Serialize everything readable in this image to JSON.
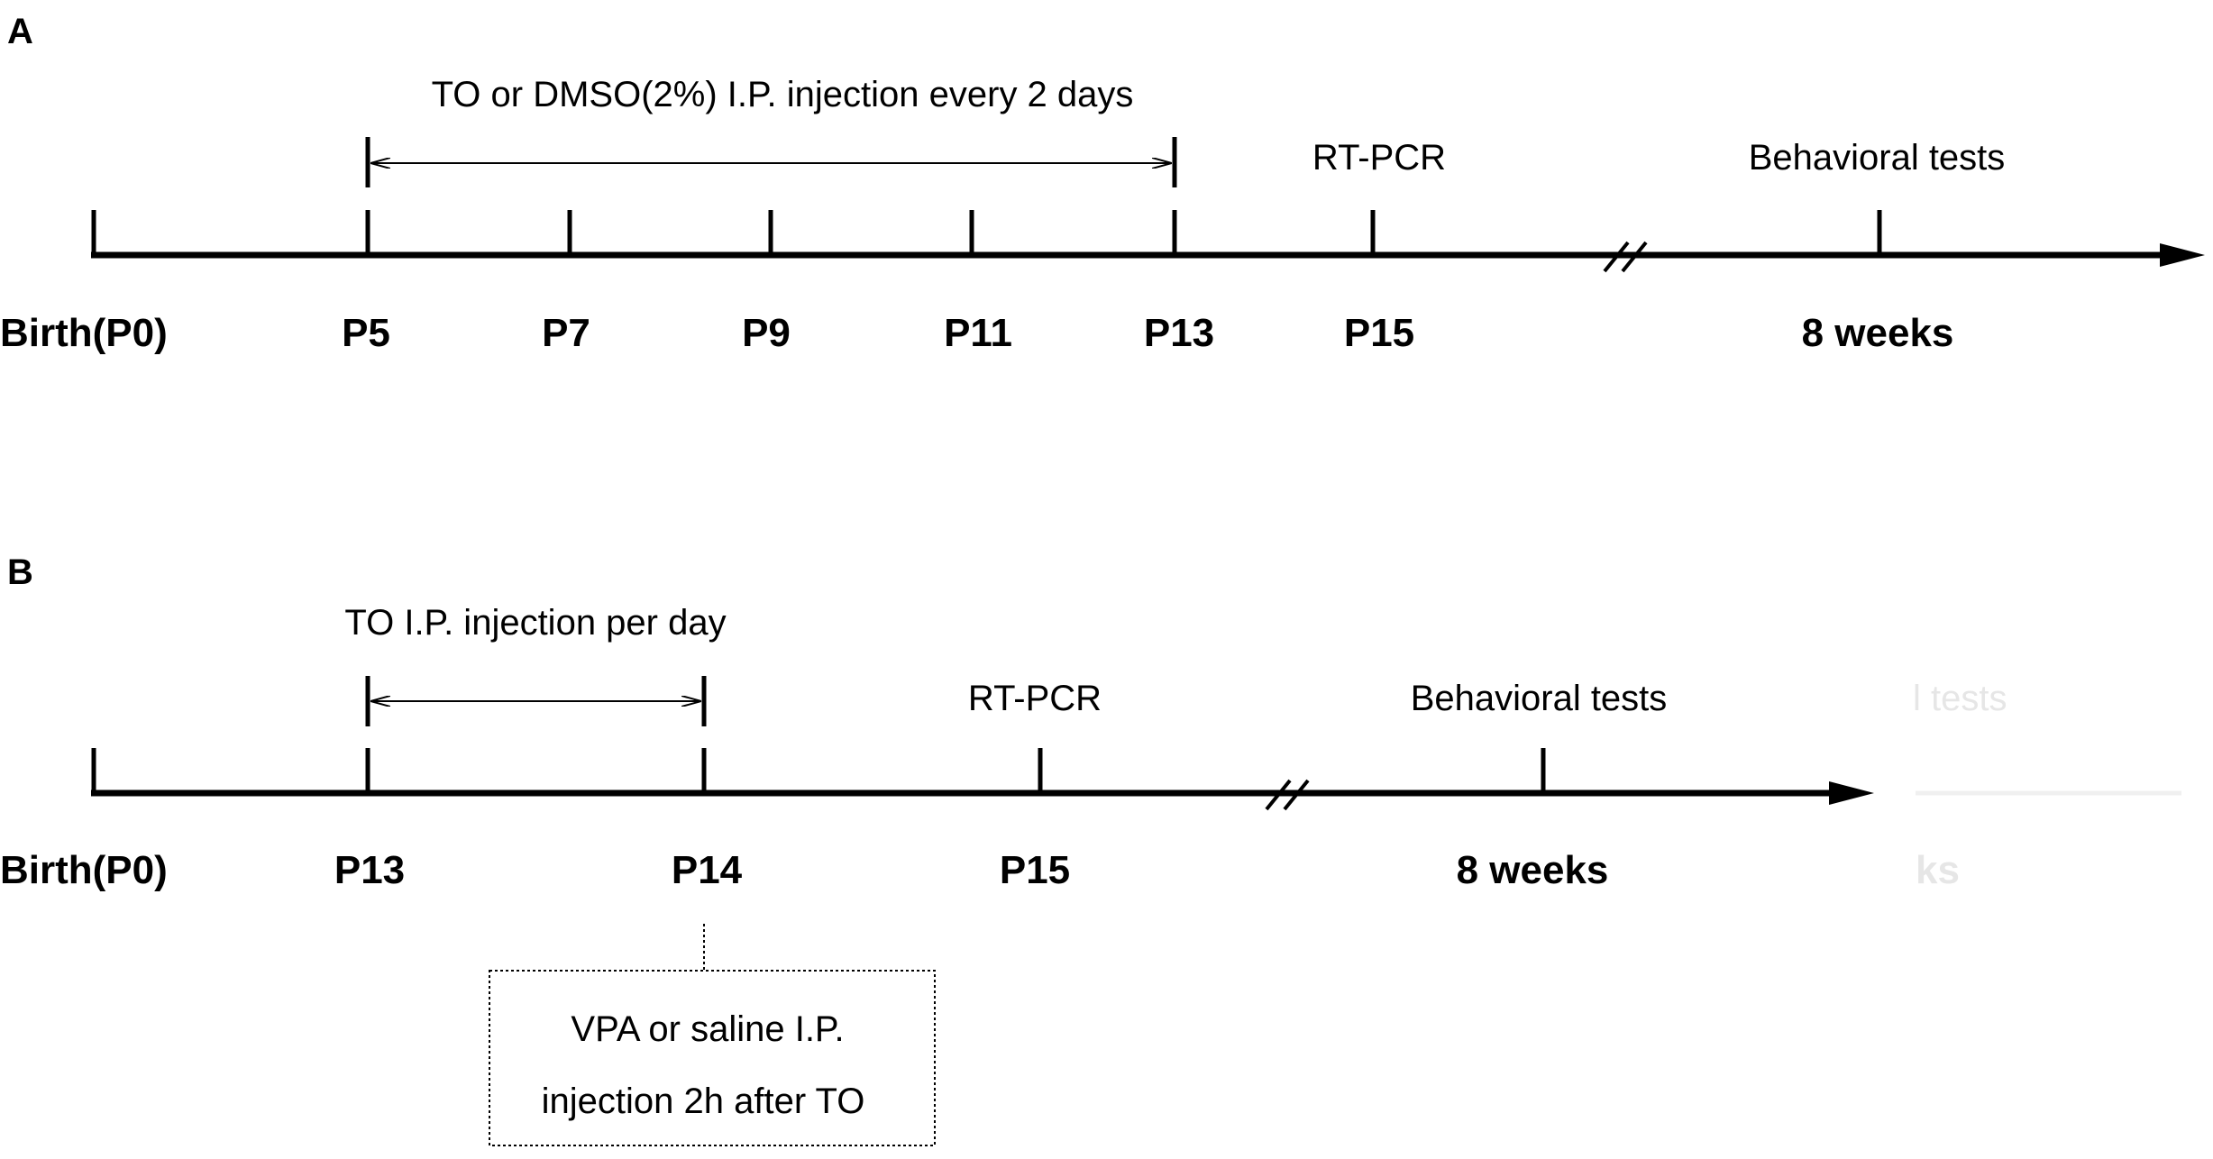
{
  "colors": {
    "ink": "#000000",
    "background": "#ffffff",
    "ghost_text": "#e6e6e6"
  },
  "panel_a": {
    "letter": "A",
    "treatment_label": "TO or DMSO(2%) I.P. injection every 2 days",
    "rtpcr_label": "RT-PCR",
    "behavior_label": "Behavioral tests",
    "ticks": [
      "Birth(P0)",
      "P5",
      "P7",
      "P9",
      "P11",
      "P13",
      "P15",
      "8 weeks"
    ]
  },
  "panel_b": {
    "letter": "B",
    "treatment_label": "TO I.P. injection per day",
    "rtpcr_label": "RT-PCR",
    "behavior_label": "Behavioral tests",
    "ticks": [
      "Birth(P0)",
      "P13",
      "P14",
      "P15",
      "8 weeks"
    ],
    "note_line1": "VPA or saline I.P.",
    "note_line2": "injection 2h after  TO",
    "ghost_top": "l tests",
    "ghost_bottom": "ks"
  }
}
